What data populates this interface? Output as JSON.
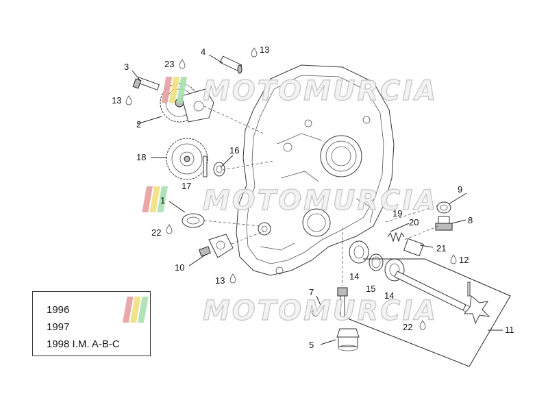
{
  "watermark": {
    "text": "MOTOMURCIA",
    "stripe_colors": [
      "#e8a0a0",
      "#f0e080",
      "#a8e0b0"
    ]
  },
  "years": [
    "1996",
    "1997",
    "1998 I.M. A-B-C"
  ],
  "labels": {
    "l1": "1",
    "l2": "2",
    "l3": "3",
    "l4": "4",
    "l5": "5",
    "l7": "7",
    "l8": "8",
    "l9": "9",
    "l10": "10",
    "l11": "11",
    "l12": "12",
    "l13a": "13",
    "l13b": "13",
    "l13c": "13",
    "l14a": "14",
    "l14b": "14",
    "l15": "15",
    "l16": "16",
    "l17": "17",
    "l18": "18",
    "l19": "19",
    "l20": "20",
    "l21": "21",
    "l22a": "22",
    "l22b": "22",
    "l23": "23"
  }
}
